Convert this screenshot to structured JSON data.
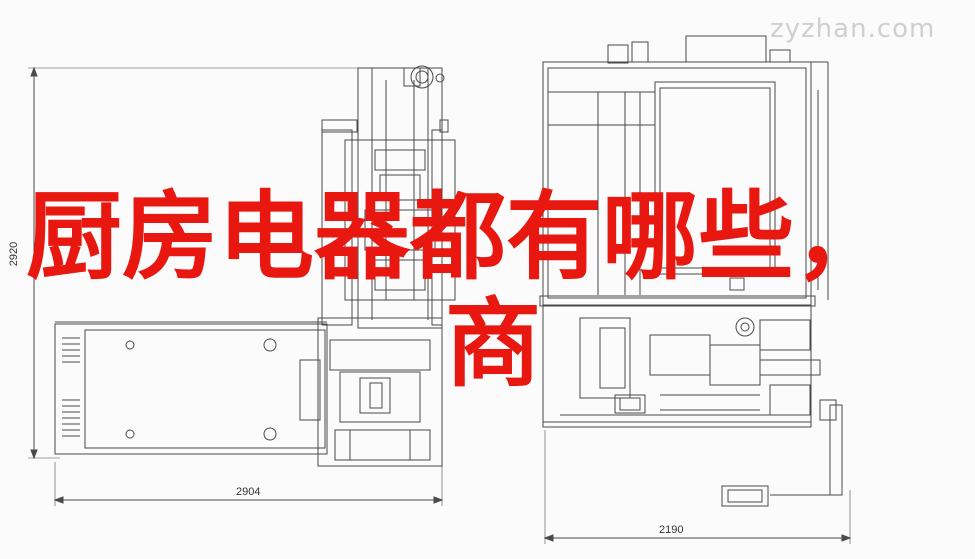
{
  "watermark": "zyzhan.com",
  "overlay": {
    "line1": "厨房电器都有哪些，",
    "line2": "商",
    "color": "#e8170f"
  },
  "dimensions": {
    "height_left": "2920",
    "width_bottom_left": "2904",
    "width_bottom_right": "2190"
  },
  "colors": {
    "line": "#4a4a4a",
    "background": "#fbfbfb"
  }
}
